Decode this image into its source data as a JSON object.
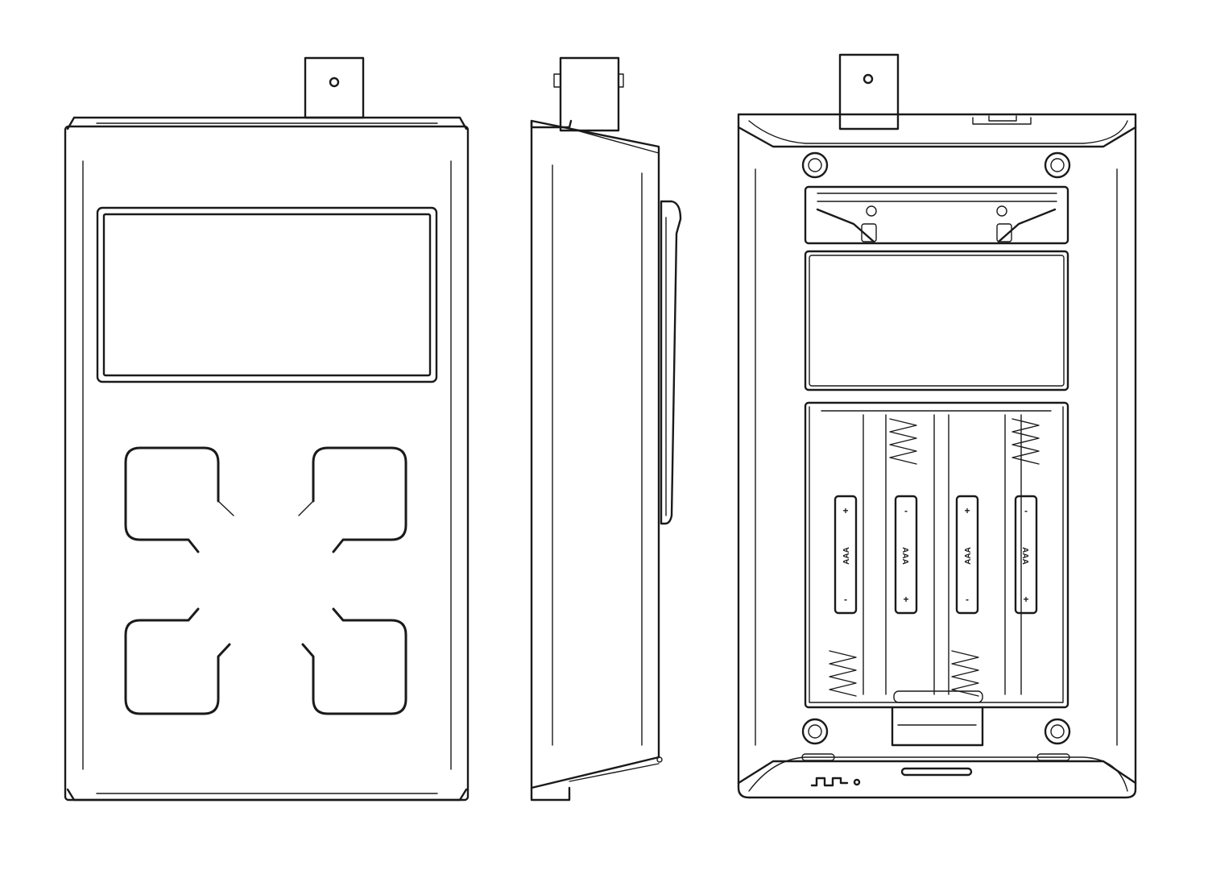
{
  "views": {
    "front": {
      "name": "front-view"
    },
    "side": {
      "name": "side-view"
    },
    "rear": {
      "name": "rear-view"
    }
  },
  "battery_compartment": {
    "cells": [
      {
        "label": "AAA",
        "top_polarity": "+",
        "bottom_polarity": "-"
      },
      {
        "label": "AAA",
        "top_polarity": "-",
        "bottom_polarity": "+"
      },
      {
        "label": "AAA",
        "top_polarity": "+",
        "bottom_polarity": "-"
      },
      {
        "label": "AAA",
        "top_polarity": "-",
        "bottom_polarity": "+"
      }
    ]
  },
  "colors": {
    "line": "#1a1a1a",
    "background": "#ffffff"
  }
}
